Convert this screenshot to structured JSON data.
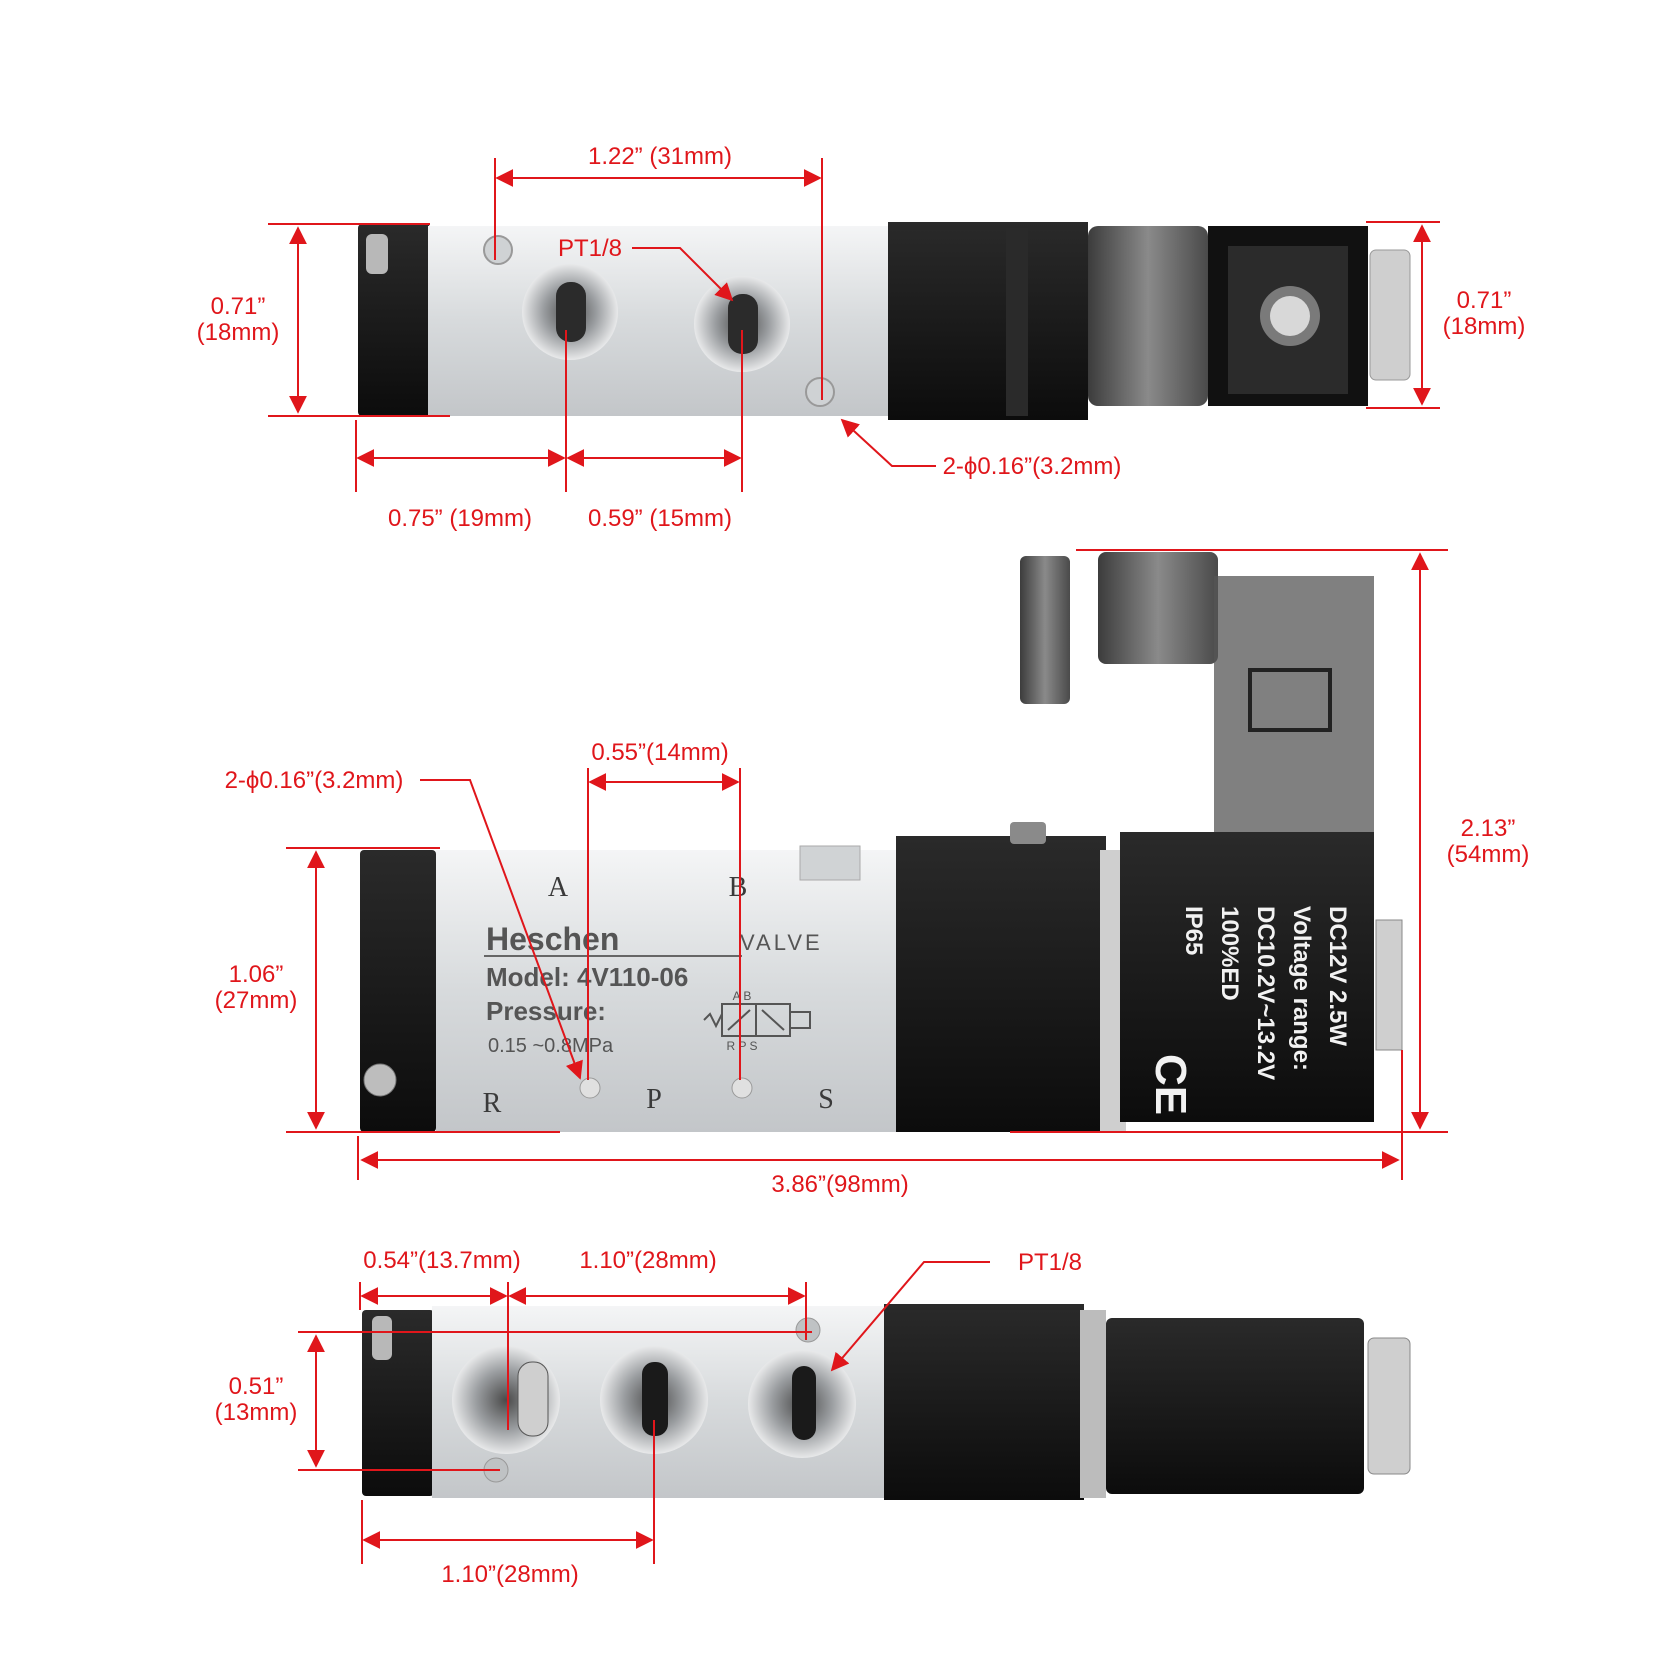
{
  "top_view": {
    "dims": {
      "ports_spacing": "1.22” (31mm)",
      "port_thread": "PT1/8",
      "height_left_in": "0.71”",
      "height_left_mm": "(18mm)",
      "height_right_in": "0.71”",
      "height_right_mm": "(18mm)",
      "mount_holes": "2-ϕ0.16”(3.2mm)",
      "edge_to_port": "0.75” (19mm)",
      "port_to_port": "0.59” (15mm)"
    }
  },
  "side_view": {
    "dims": {
      "hole_spacing": "0.55”(14mm)",
      "mount_holes": "2-ϕ0.16”(3.2mm)",
      "body_height_in": "1.06”",
      "body_height_mm": "(27mm)",
      "total_height_in": "2.13”",
      "total_height_mm": "(54mm)",
      "total_length": "3.86”(98mm)"
    },
    "plate": {
      "brand": "Heschen",
      "valve": "VALVE",
      "model": "Model: 4V110-06",
      "pressure_label": "Pressure:",
      "pressure_value": "0.15 ~0.8MPa",
      "port_a": "A",
      "port_b": "B",
      "port_r": "R",
      "port_p": "P",
      "port_s": "S",
      "symbol_top": "A B",
      "symbol_bottom": "R P S"
    },
    "coil": {
      "line1": "DC12V  2.5W",
      "line2": "Voltage  range:",
      "line3": "DC10.2V~13.2V",
      "line4": "100%ED",
      "line5": "IP65",
      "mark": "CE"
    }
  },
  "bottom_view": {
    "dims": {
      "edge_offset": "0.54”(13.7mm)",
      "port_spacing_top": "1.10”(28mm)",
      "port_thread": "PT1/8",
      "hole_offset_in": "0.51”",
      "hole_offset_mm": "(13mm)",
      "port_spacing_bottom": "1.10”(28mm)"
    }
  },
  "colors": {
    "dimension_red": "#e0161b",
    "aluminum": "#d9dcde",
    "black_body": "#141414"
  }
}
